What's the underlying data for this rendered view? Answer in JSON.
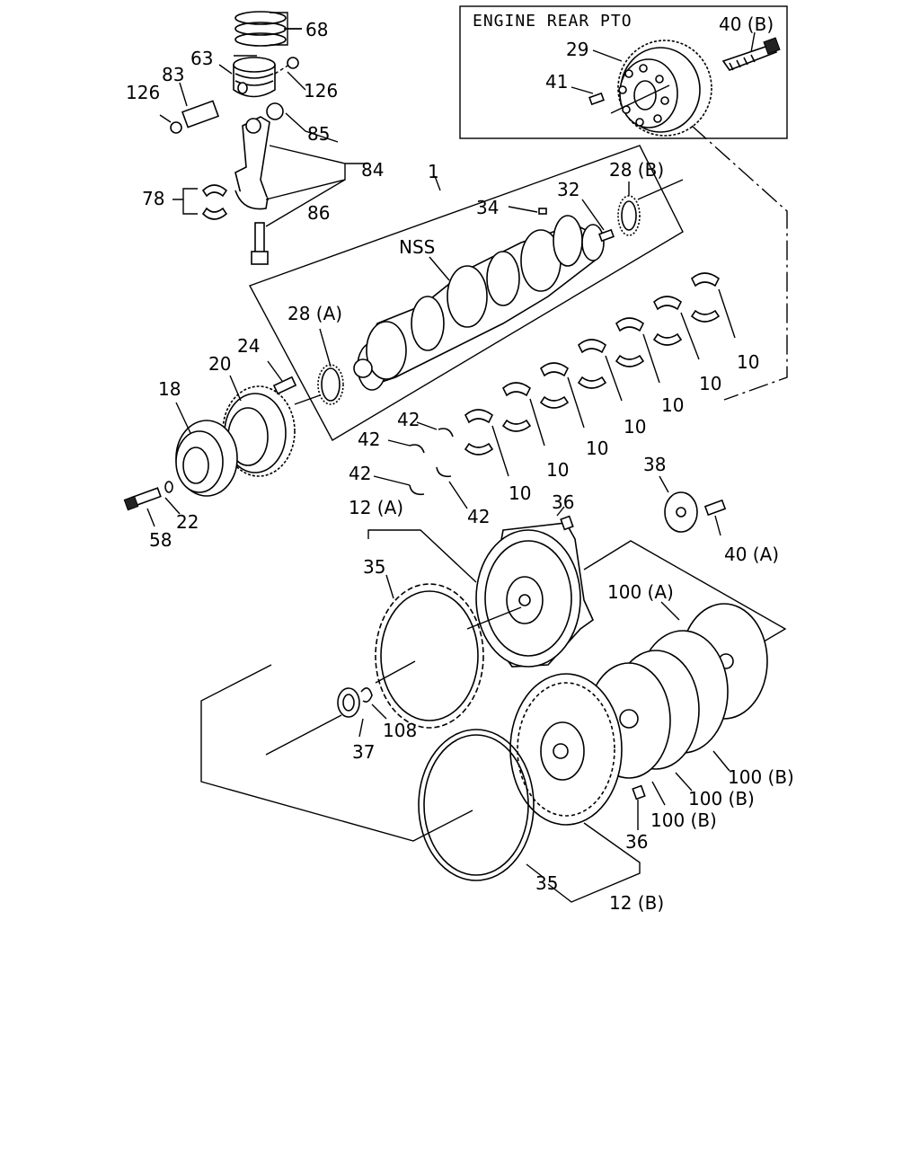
{
  "inset": {
    "title": "ENGINE REAR PTO"
  },
  "callouts": [
    {
      "id": "c68",
      "text": "68"
    },
    {
      "id": "c63",
      "text": "63"
    },
    {
      "id": "c83",
      "text": "83"
    },
    {
      "id": "c126a",
      "text": "126"
    },
    {
      "id": "c126b",
      "text": "126"
    },
    {
      "id": "c85",
      "text": "85"
    },
    {
      "id": "c84",
      "text": "84"
    },
    {
      "id": "c78",
      "text": "78"
    },
    {
      "id": "c86",
      "text": "86"
    },
    {
      "id": "c1",
      "text": "1"
    },
    {
      "id": "c34",
      "text": "34"
    },
    {
      "id": "c32",
      "text": "32"
    },
    {
      "id": "c28b",
      "text": "28 (B)"
    },
    {
      "id": "cnss",
      "text": "NSS"
    },
    {
      "id": "c28a",
      "text": "28 (A)"
    },
    {
      "id": "c24",
      "text": "24"
    },
    {
      "id": "c20",
      "text": "20"
    },
    {
      "id": "c18",
      "text": "18"
    },
    {
      "id": "c58",
      "text": "58"
    },
    {
      "id": "c22",
      "text": "22"
    },
    {
      "id": "c29",
      "text": "29"
    },
    {
      "id": "c41",
      "text": "41"
    },
    {
      "id": "c40b",
      "text": "40 (B)"
    },
    {
      "id": "c10a",
      "text": "10"
    },
    {
      "id": "c10b",
      "text": "10"
    },
    {
      "id": "c10c",
      "text": "10"
    },
    {
      "id": "c10d",
      "text": "10"
    },
    {
      "id": "c10e",
      "text": "10"
    },
    {
      "id": "c10f",
      "text": "10"
    },
    {
      "id": "c10g",
      "text": "10"
    },
    {
      "id": "c42a",
      "text": "42"
    },
    {
      "id": "c42b",
      "text": "42"
    },
    {
      "id": "c42c",
      "text": "42"
    },
    {
      "id": "c42d",
      "text": "42"
    },
    {
      "id": "c12a",
      "text": "12 (A)"
    },
    {
      "id": "c36a",
      "text": "36"
    },
    {
      "id": "c38",
      "text": "38"
    },
    {
      "id": "c40a",
      "text": "40 (A)"
    },
    {
      "id": "c35a",
      "text": "35"
    },
    {
      "id": "c100a",
      "text": "100 (A)"
    },
    {
      "id": "c37",
      "text": "37"
    },
    {
      "id": "c108",
      "text": "108"
    },
    {
      "id": "c100b1",
      "text": "100 (B)"
    },
    {
      "id": "c100b2",
      "text": "100 (B)"
    },
    {
      "id": "c100b3",
      "text": "100 (B)"
    },
    {
      "id": "c36b",
      "text": "36"
    },
    {
      "id": "c35b",
      "text": "35"
    },
    {
      "id": "c12b",
      "text": "12 (B)"
    }
  ]
}
